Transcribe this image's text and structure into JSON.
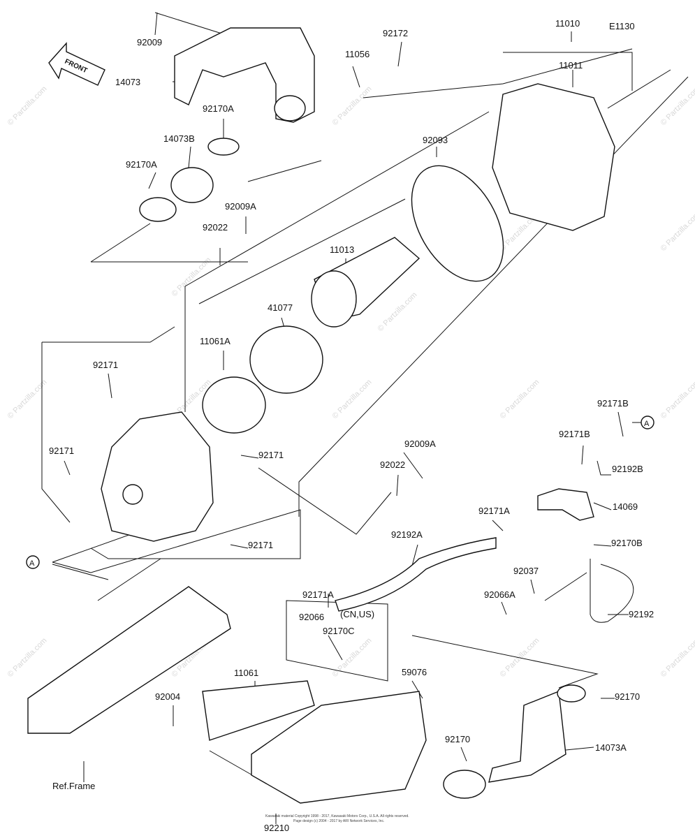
{
  "diagram_code": "E1130",
  "front_label": "FRONT",
  "callouts": [
    "11010",
    "11011",
    "92009",
    "92172",
    "11056",
    "14073",
    "92170A",
    "14073B",
    "92093",
    "92170A",
    "92009A",
    "92022",
    "11013",
    "41077",
    "11061A",
    "92171",
    "92171B",
    "92171B",
    "92171",
    "92009A",
    "92022",
    "92192B",
    "92171",
    "14069",
    "92171A",
    "92192A",
    "92170B",
    "92171",
    "92037",
    "92171A",
    "92066A",
    "92066",
    "(CN,US)",
    "92192",
    "92170C",
    "59076",
    "11061",
    "92170",
    "92004",
    "92170",
    "14073A",
    "92210"
  ],
  "ref_frame_label": "Ref.Frame",
  "connector_marks": [
    "A",
    "A"
  ],
  "watermark": "© Partzilla.com",
  "copyright_lines": [
    "Kawasaki material Copyright 1998 - 2017, Kawasaki Motors Corp., U.S.A. All rights reserved.",
    "Page design (c) 2004 - 2017 by ARI Network Services, Inc."
  ]
}
